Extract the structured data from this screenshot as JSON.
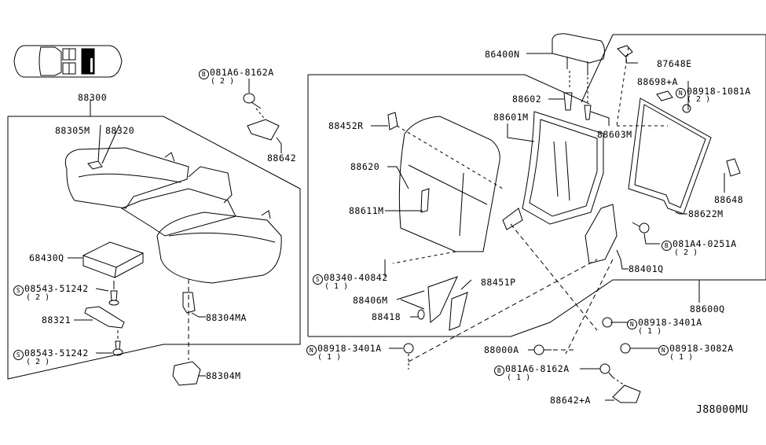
{
  "diagram": {
    "title_code": "J88000MU",
    "colors": {
      "line": "#000000",
      "background": "#ffffff"
    },
    "locator": {
      "description": "vehicle top view with rear seat highlighted"
    },
    "groups": [
      {
        "name": "rear-seat-cushion-assembly",
        "part": "88300"
      },
      {
        "name": "rear-seat-back-assembly",
        "part": "88600Q"
      }
    ],
    "parts": {
      "p88300": "88300",
      "p88305M": "88305M",
      "p88320": "88320",
      "p68430Q": "68430Q",
      "s1_badge": "S",
      "s1": "08543-51242",
      "s1_qty": "( 2 )",
      "p88321": "88321",
      "s2_badge": "S",
      "s2": "08543-51242",
      "s2_qty": "( 2 )",
      "p88304MA": "88304MA",
      "p88304M": "88304M",
      "b1_badge": "B",
      "b1": "081A6-8162A",
      "b1_qty": "( 2 )",
      "p88642": "88642",
      "p86400N": "86400N",
      "p87648E": "87648E",
      "p88698A": "88698+A",
      "n1_badge": "N",
      "n1": "08918-1081A",
      "n1_qty": "( 2 )",
      "p88602": "88602",
      "p88601M": "88601M",
      "p88603M": "88603M",
      "p88452R": "88452R",
      "p88620": "88620",
      "p88611M": "88611M",
      "p88648": "88648",
      "p88622M": "88622M",
      "b2_badge": "B",
      "b2": "081A4-0251A",
      "b2_qty": "( 2 )",
      "p88401Q": "88401Q",
      "s3_badge": "S",
      "s3": "08340-40842",
      "s3_qty": "( 1 )",
      "p88406M": "88406M",
      "p88451P": "88451P",
      "p88418": "88418",
      "p88600Q": "88600Q",
      "n2_badge": "N",
      "n2": "08918-3401A",
      "n2_qty": "( 1 )",
      "n3_badge": "N",
      "n3": "08918-3401A",
      "n3_qty": "( 1 )",
      "p88000A": "88000A",
      "n4_badge": "N",
      "n4": "08918-3082A",
      "n4_qty": "( 1 )",
      "b3_badge": "B",
      "b3": "081A6-8162A",
      "b3_qty": "( 1 )",
      "p88642A": "88642+A"
    }
  }
}
